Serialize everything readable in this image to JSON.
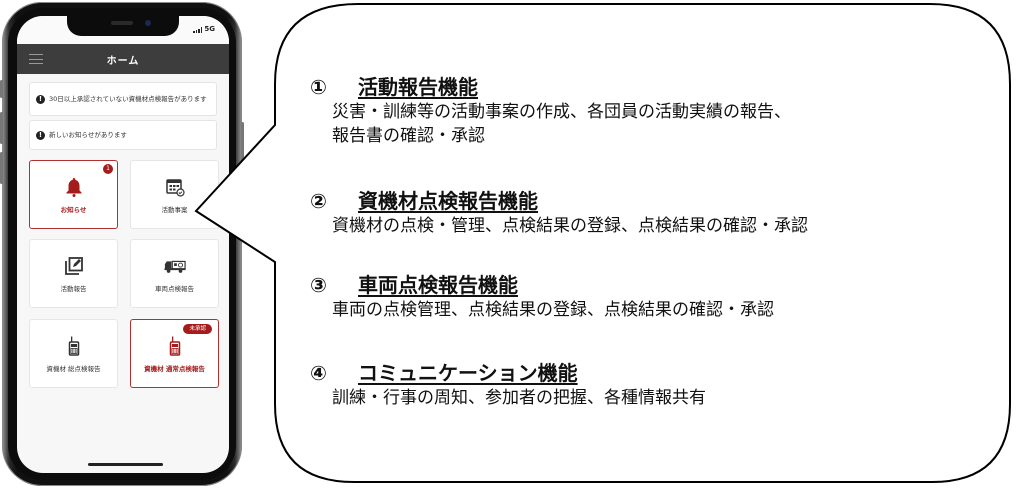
{
  "phone": {
    "status_bar": {
      "network": "5G"
    },
    "header": {
      "title": "ホーム",
      "menu_icon": "hamburger-icon"
    },
    "notices": [
      {
        "icon": "exclamation-circle-icon",
        "text": "30日以上承認されていない資機材点検報告があります"
      },
      {
        "icon": "exclamation-circle-icon",
        "text": "新しいお知らせがあります"
      }
    ],
    "tiles": [
      {
        "label": "お知らせ",
        "icon": "bell-icon",
        "badge": "1",
        "highlighted": true
      },
      {
        "label": "活動事案",
        "icon": "calendar-check-icon"
      },
      {
        "label": "活動報告",
        "icon": "edit-note-icon"
      },
      {
        "label": "車両点検報告",
        "icon": "truck-icon"
      },
      {
        "label": "資機材 総点検報告",
        "icon": "radio-device-icon"
      },
      {
        "label": "資機材 通常点検報告",
        "icon": "radio-device-icon",
        "status": "未承認",
        "highlighted": true
      }
    ],
    "colors": {
      "accent": "#a51c1c",
      "header_bg": "#3d3d3d",
      "screen_bg": "#f7f7f7"
    }
  },
  "callout": {
    "features": [
      {
        "num": "①",
        "title": "活動報告機能",
        "desc": [
          "災害・訓練等の活動事案の作成、各団員の活動実績の報告、",
          "報告書の確認・承認"
        ]
      },
      {
        "num": "②",
        "title": "資機材点検報告機能",
        "desc": [
          "資機材の点検・管理、点検結果の登録、点検結果の確認・承認"
        ]
      },
      {
        "num": "③",
        "title": "車両点検報告機能",
        "desc": [
          "車両の点検管理、点検結果の登録、点検結果の確認・承認"
        ]
      },
      {
        "num": "④",
        "title": "コミュニケーション機能",
        "desc": [
          "訓練・行事の周知、参加者の把握、各種情報共有"
        ]
      }
    ]
  }
}
